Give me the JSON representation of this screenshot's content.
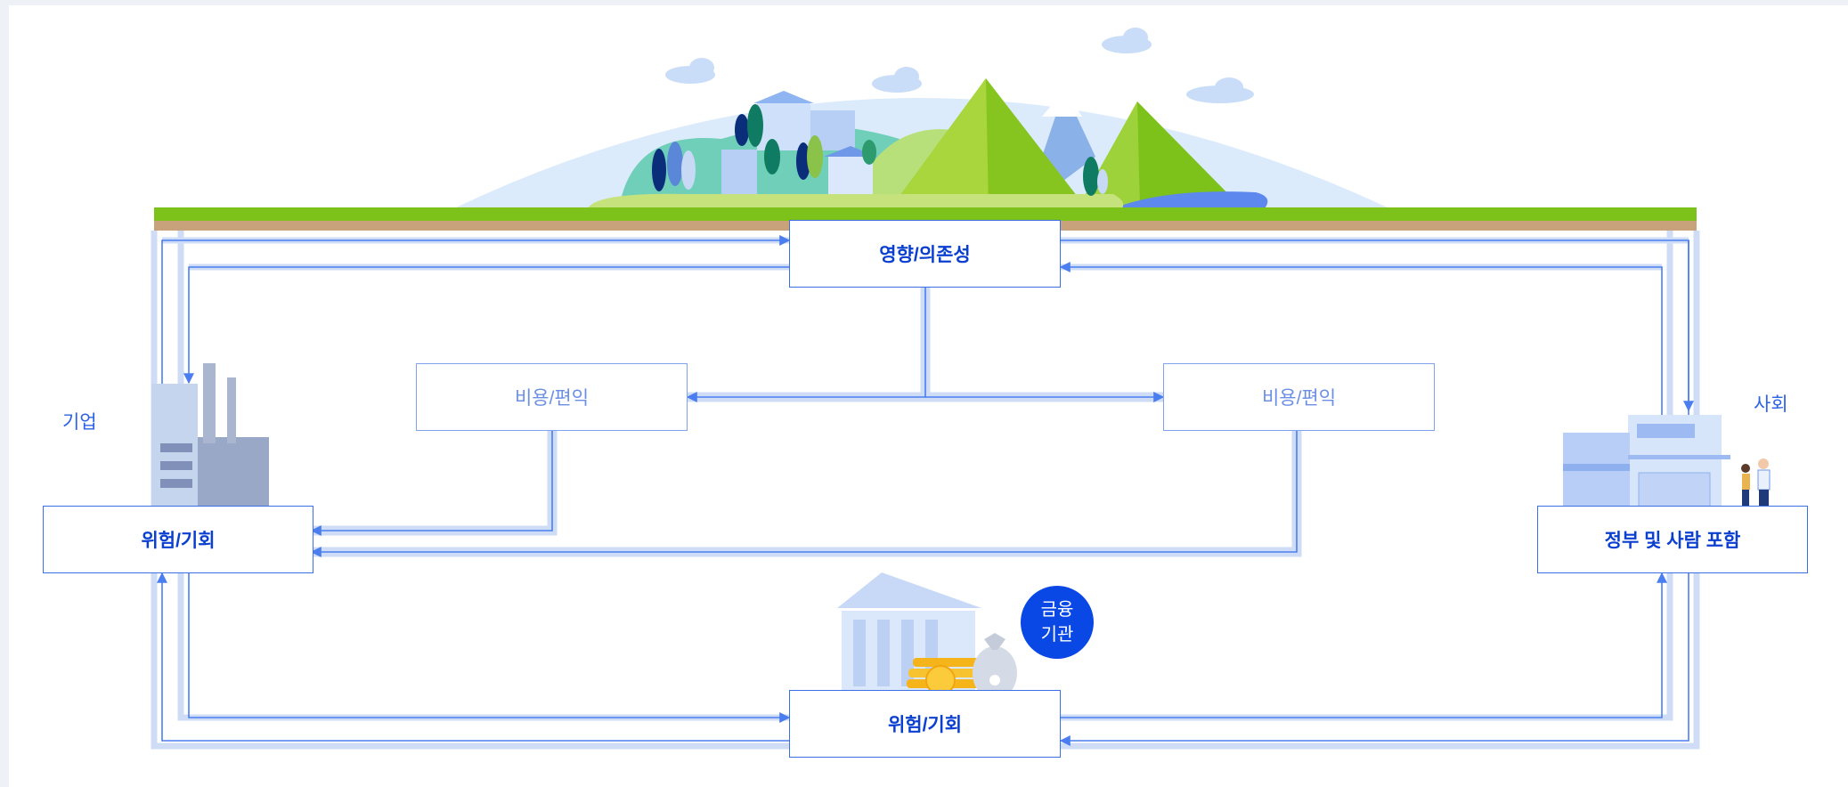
{
  "nodes": {
    "impact": "영향/의존성",
    "cost_left": "비용/편익",
    "cost_right": "비용/편익",
    "risk_left": "위험/기회",
    "gov": "정부 및 사람 포함",
    "risk_bottom": "위험/기회"
  },
  "labels": {
    "company": "기업",
    "society": "사회"
  },
  "finance": {
    "line1": "금융",
    "line2": "기관"
  },
  "colors": {
    "accent": "#0a48e6",
    "box_border": "#3a6fe6",
    "connector": "#cfdcf5",
    "arrow": "#4a7ef0",
    "grass": "#7dc21a",
    "soil": "#c8a27a",
    "sky": "#dcebfb"
  }
}
